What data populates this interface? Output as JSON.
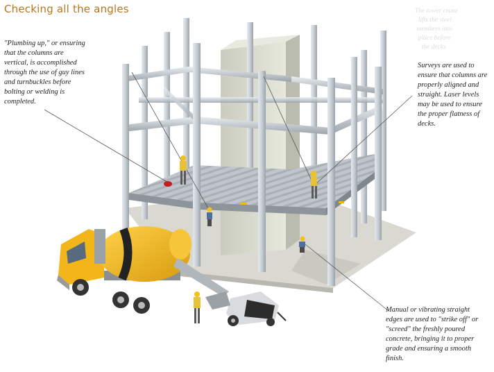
{
  "title": "Checking all the angles",
  "callouts": {
    "plumbing": "\"Plumbing up,\" or ensuring that the columns are vertical, is accomplished through the use of guy lines and turnbuckles before bolting or welding is completed.",
    "surveys": "Surveys are used to ensure that columns are properly aligned and straight. Laser levels may be used to ensure the proper flatness of decks.",
    "screed": "Manual or vibrating straight edges are used to \"strike off\" or \"screed\" the freshly poured concrete, bringing it to proper grade and ensuring a smooth finish."
  },
  "colors": {
    "title": "#b8751f",
    "steel": "#c9d0d6",
    "steel_dark": "#8f989f",
    "deck": "#b9c0c5",
    "core": "#d4d6c9",
    "ground": "#d6d6d0",
    "truck_yellow": "#f2b51a",
    "drum_black": "#222222"
  }
}
